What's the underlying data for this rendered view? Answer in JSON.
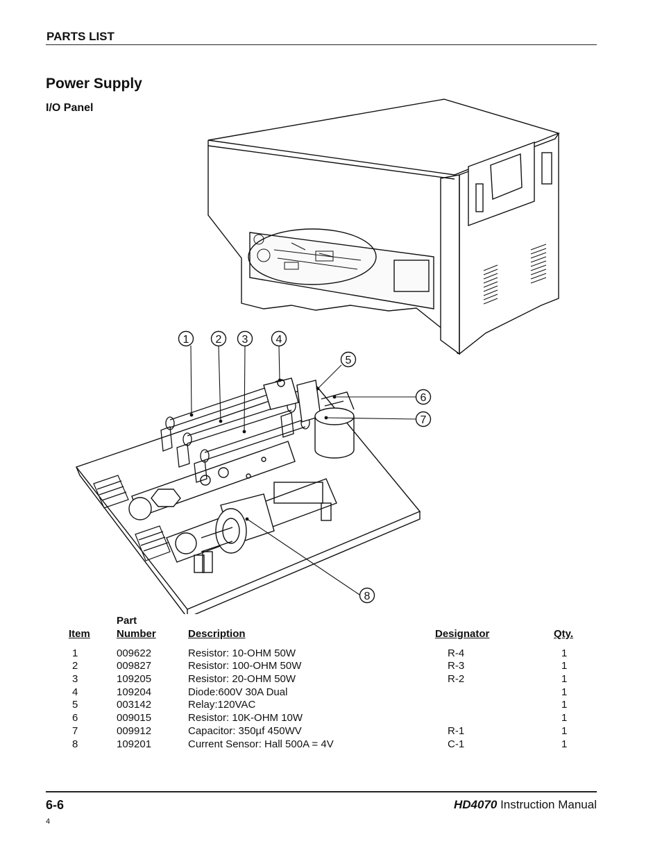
{
  "header": {
    "section": "PARTS LIST"
  },
  "page": {
    "title": "Power Supply",
    "subtitle": "I/O Panel"
  },
  "callouts": [
    "1",
    "2",
    "3",
    "4",
    "5",
    "6",
    "7",
    "8"
  ],
  "table": {
    "columns": {
      "item": "Item",
      "part_top": "Part",
      "part_bottom": "Number",
      "description": "Description",
      "designator": "Designator",
      "qty": "Qty."
    },
    "rows": [
      {
        "item": "1",
        "part": "009622",
        "description": "Resistor: 10-OHM 50W",
        "designator": "R-4",
        "qty": "1"
      },
      {
        "item": "2",
        "part": "009827",
        "description": "Resistor: 100-OHM 50W",
        "designator": "R-3",
        "qty": "1"
      },
      {
        "item": "3",
        "part": "109205",
        "description": "Resistor: 20-OHM 50W",
        "designator": "R-2",
        "qty": "1"
      },
      {
        "item": "4",
        "part": "109204",
        "description": "Diode:600V 30A Dual",
        "designator": "",
        "qty": "1"
      },
      {
        "item": "5",
        "part": "003142",
        "description": "Relay:120VAC",
        "designator": "",
        "qty": "1"
      },
      {
        "item": "6",
        "part": "009015",
        "description": "Resistor: 10K-OHM 10W",
        "designator": "",
        "qty": "1"
      },
      {
        "item": "7",
        "part": "009912",
        "description": "Capacitor: 350µf 450WV",
        "designator": "R-1",
        "qty": "1"
      },
      {
        "item": "8",
        "part": "109201",
        "description": "Current Sensor: Hall 500A = 4V",
        "designator": "C-1",
        "qty": "1"
      }
    ]
  },
  "footer": {
    "page_number": "6-6",
    "model": "HD4070",
    "manual": " Instruction Manual",
    "footnote": "4"
  }
}
